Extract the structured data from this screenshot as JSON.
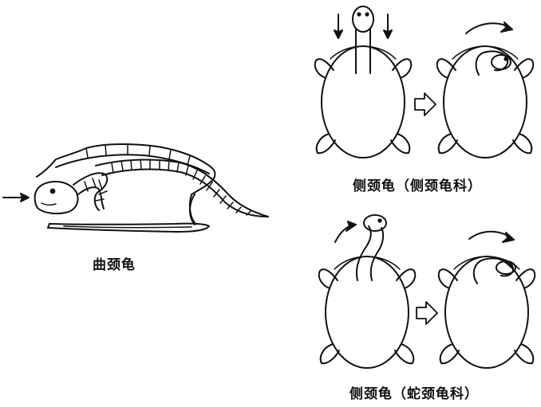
{
  "captions": {
    "hidden_neck_turtle": "曲颈龟",
    "side_neck_pelomedusidae": "侧颈龟（侧颈龟科）",
    "side_neck_chelidae": "侧颈龟（蛇颈龟科）"
  },
  "colors": {
    "ink": "#111111",
    "paper": "#ffffff"
  },
  "icons": {
    "head_motion_arrow": "arrow-icon",
    "transition_arrow": "hollow-right-arrow-icon"
  }
}
